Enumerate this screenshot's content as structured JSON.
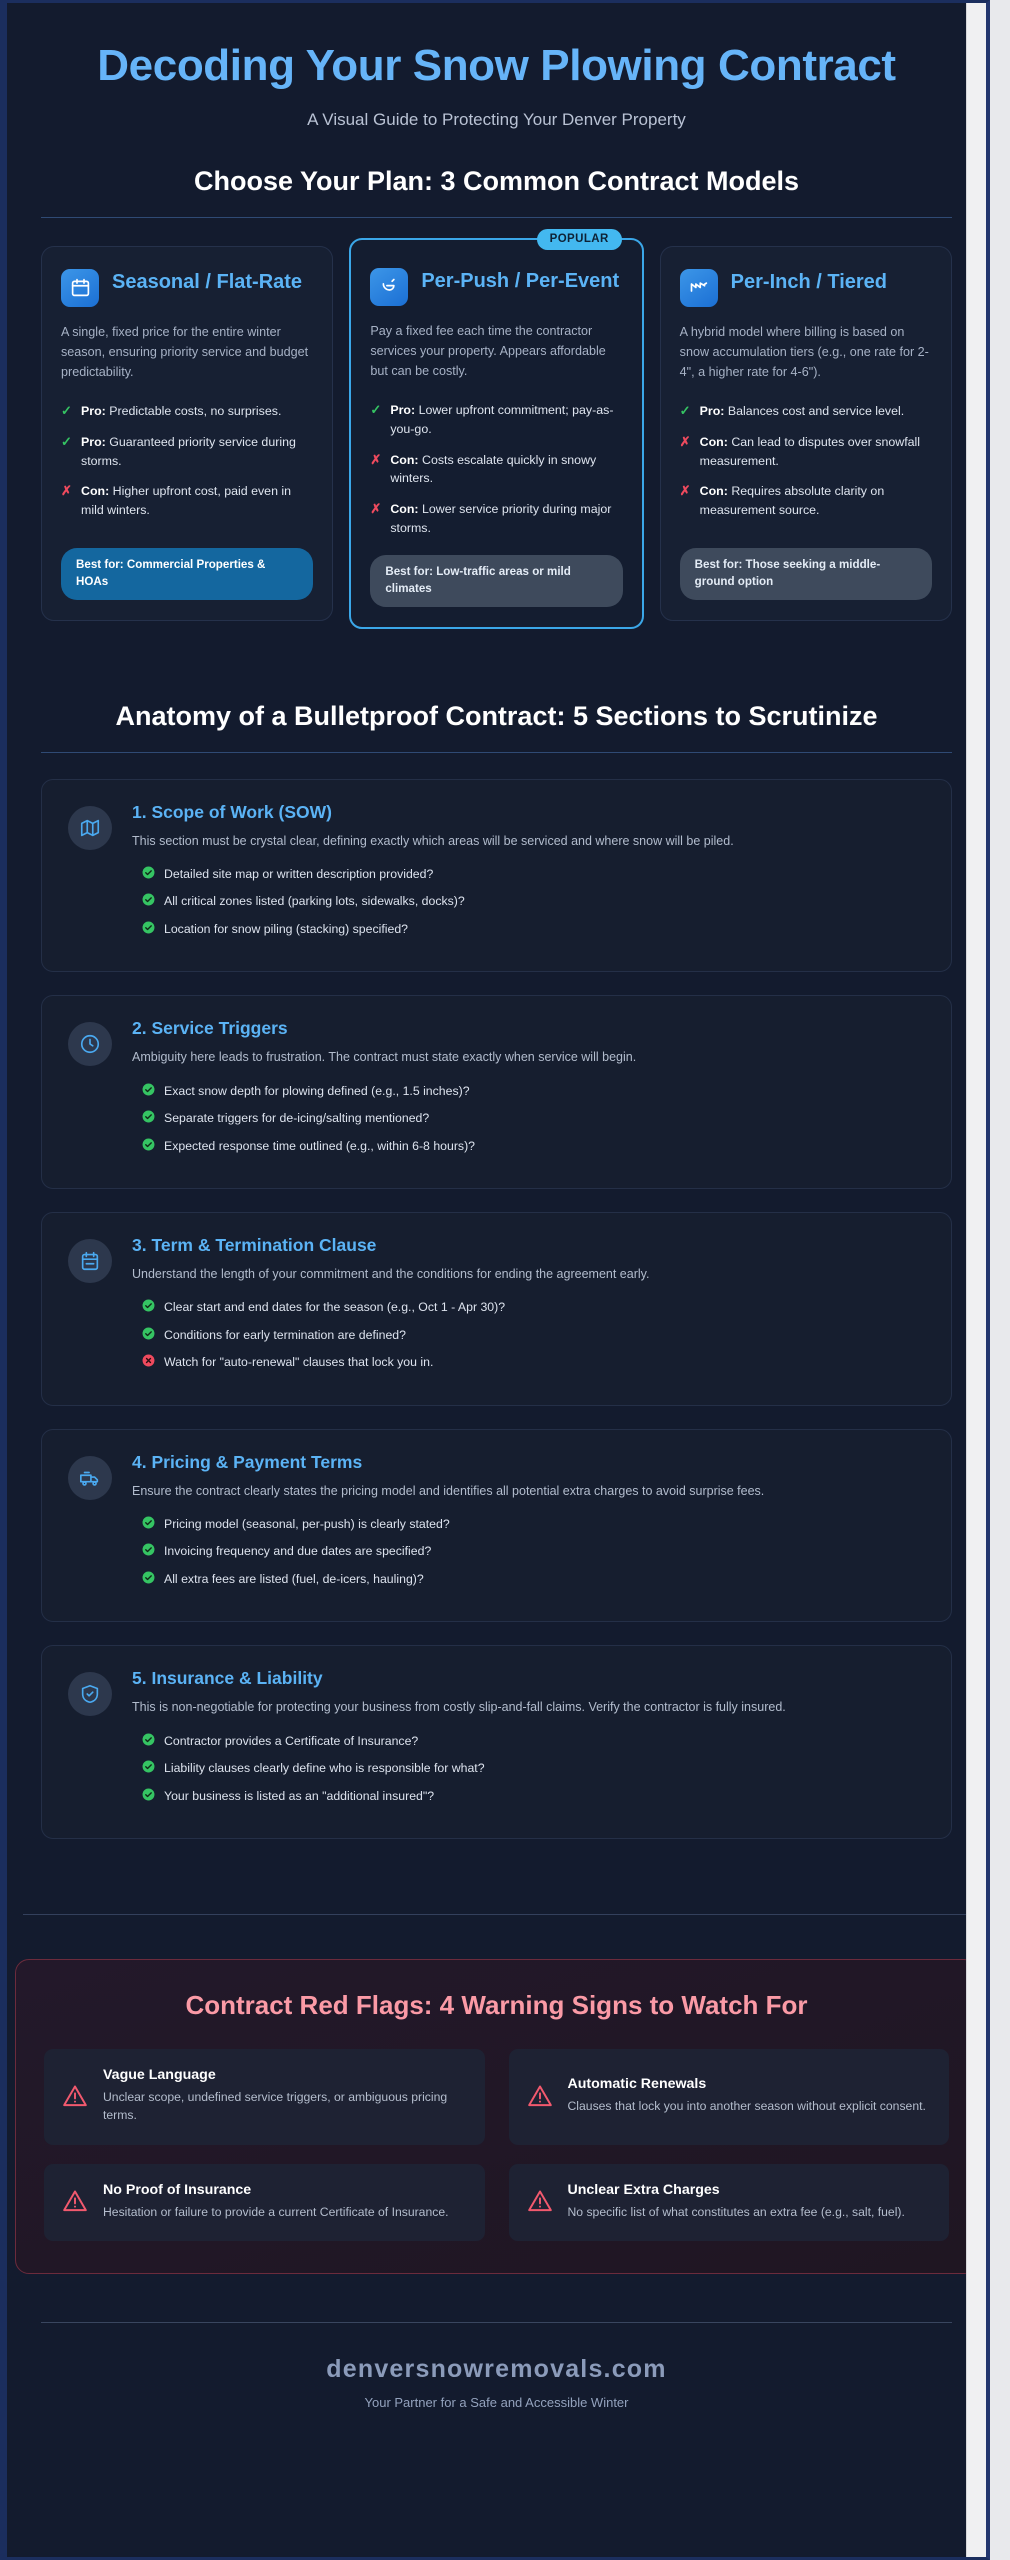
{
  "hero": {
    "title": "Decoding Your Snow Plowing Contract",
    "subtitle": "A Visual Guide to Protecting Your Denver Property"
  },
  "plans_section": {
    "heading": "Choose Your Plan: 3 Common Contract Models",
    "popular_badge": "POPULAR",
    "cards": [
      {
        "icon": "calendar-icon",
        "title": "Seasonal / Flat-Rate",
        "description": "A single, fixed price for the entire winter season, ensuring priority service and budget predictability.",
        "points": [
          {
            "type": "pro",
            "mark": "✓",
            "label": "Pro:",
            "text": " Predictable costs, no surprises."
          },
          {
            "type": "pro",
            "mark": "✓",
            "label": "Pro:",
            "text": " Guaranteed priority service during storms."
          },
          {
            "type": "con",
            "mark": "✗",
            "label": "Con:",
            "text": " Higher upfront cost, paid even in mild winters."
          }
        ],
        "best_for": "Best for: Commercial Properties & HOAs",
        "featured": false,
        "highlight_best": true
      },
      {
        "icon": "snow-plow-icon",
        "title": "Per-Push / Per-Event",
        "description": "Pay a fixed fee each time the contractor services your property. Appears affordable but can be costly.",
        "points": [
          {
            "type": "pro",
            "mark": "✓",
            "label": "Pro:",
            "text": " Lower upfront commitment; pay-as-you-go."
          },
          {
            "type": "con",
            "mark": "✗",
            "label": "Con:",
            "text": " Costs escalate quickly in snowy winters."
          },
          {
            "type": "con",
            "mark": "✗",
            "label": "Con:",
            "text": " Lower service priority during major storms."
          }
        ],
        "best_for": "Best for: Low-traffic areas or mild climates",
        "featured": true,
        "highlight_best": false
      },
      {
        "icon": "ruler-icon",
        "title": "Per-Inch / Tiered",
        "description": "A hybrid model where billing is based on snow accumulation tiers (e.g., one rate for 2-4\", a higher rate for 4-6\").",
        "points": [
          {
            "type": "pro",
            "mark": "✓",
            "label": "Pro:",
            "text": " Balances cost and service level."
          },
          {
            "type": "con",
            "mark": "✗",
            "label": "Con:",
            "text": " Can lead to disputes over snowfall measurement."
          },
          {
            "type": "con",
            "mark": "✗",
            "label": "Con:",
            "text": " Requires absolute clarity on measurement source."
          }
        ],
        "best_for": "Best for: Those seeking a middle-ground option",
        "featured": false,
        "highlight_best": false
      }
    ]
  },
  "anatomy_section": {
    "heading": "Anatomy of a Bulletproof Contract: 5 Sections to Scrutinize",
    "sections": [
      {
        "icon": "map-icon",
        "title": "1. Scope of Work (SOW)",
        "description": "This section must be crystal clear, defining exactly which areas will be serviced and where snow will be piled.",
        "checks": [
          {
            "state": "ok",
            "text": "Detailed site map or written description provided?"
          },
          {
            "state": "ok",
            "text": "All critical zones listed (parking lots, sidewalks, docks)?"
          },
          {
            "state": "ok",
            "text": "Location for snow piling (stacking) specified?"
          }
        ]
      },
      {
        "icon": "clock-icon",
        "title": "2. Service Triggers",
        "description": "Ambiguity here leads to frustration. The contract must state exactly when service will begin.",
        "checks": [
          {
            "state": "ok",
            "text": "Exact snow depth for plowing defined (e.g., 1.5 inches)?"
          },
          {
            "state": "ok",
            "text": "Separate triggers for de-icing/salting mentioned?"
          },
          {
            "state": "ok",
            "text": "Expected response time outlined (e.g., within 6-8 hours)?"
          }
        ]
      },
      {
        "icon": "calendar-clock-icon",
        "title": "3. Term & Termination Clause",
        "description": "Understand the length of your commitment and the conditions for ending the agreement early.",
        "checks": [
          {
            "state": "ok",
            "text": "Clear start and end dates for the season (e.g., Oct 1 - Apr 30)?"
          },
          {
            "state": "ok",
            "text": "Conditions for early termination are defined?"
          },
          {
            "state": "warn",
            "text": "Watch for \"auto-renewal\" clauses that lock you in."
          }
        ]
      },
      {
        "icon": "money-truck-icon",
        "title": "4. Pricing & Payment Terms",
        "description": "Ensure the contract clearly states the pricing model and identifies all potential extra charges to avoid surprise fees.",
        "checks": [
          {
            "state": "ok",
            "text": "Pricing model (seasonal, per-push) is clearly stated?"
          },
          {
            "state": "ok",
            "text": "Invoicing frequency and due dates are specified?"
          },
          {
            "state": "ok",
            "text": "All extra fees are listed (fuel, de-icers, hauling)?"
          }
        ]
      },
      {
        "icon": "shield-check-icon",
        "title": "5. Insurance & Liability",
        "description": "This is non-negotiable for protecting your business from costly slip-and-fall claims. Verify the contractor is fully insured.",
        "checks": [
          {
            "state": "ok",
            "text": "Contractor provides a Certificate of Insurance?"
          },
          {
            "state": "ok",
            "text": "Liability clauses clearly define who is responsible for what?"
          },
          {
            "state": "ok",
            "text": "Your business is listed as an \"additional insured\"?"
          }
        ]
      }
    ]
  },
  "red_flags": {
    "title": "Contract Red Flags: 4 Warning Signs to Watch For",
    "items": [
      {
        "icon": "warning-triangle-icon",
        "title": "Vague Language",
        "text": "Unclear scope, undefined service triggers, or ambiguous pricing terms."
      },
      {
        "icon": "warning-triangle-icon",
        "title": "Automatic Renewals",
        "text": "Clauses that lock you into another season without explicit consent."
      },
      {
        "icon": "warning-triangle-icon",
        "title": "No Proof of Insurance",
        "text": "Hesitation or failure to provide a current Certificate of Insurance."
      },
      {
        "icon": "warning-triangle-icon",
        "title": "Unclear Extra Charges",
        "text": "No specific list of what constitutes an extra fee (e.g., salt, fuel)."
      }
    ]
  },
  "footer": {
    "domain": "denversnowremovals.com",
    "tagline": "Your Partner for a Safe and Accessible Winter"
  },
  "colors": {
    "page_bg": "#131b2e",
    "accent_blue": "#5bb3f5",
    "accent_blue_strong": "#43b8f0",
    "pro_green": "#35c463",
    "con_red": "#ef4a5e",
    "red_flag_pink": "#fb9aa6",
    "card_bg": "#161e2f",
    "muted_text": "#b2bccd"
  }
}
